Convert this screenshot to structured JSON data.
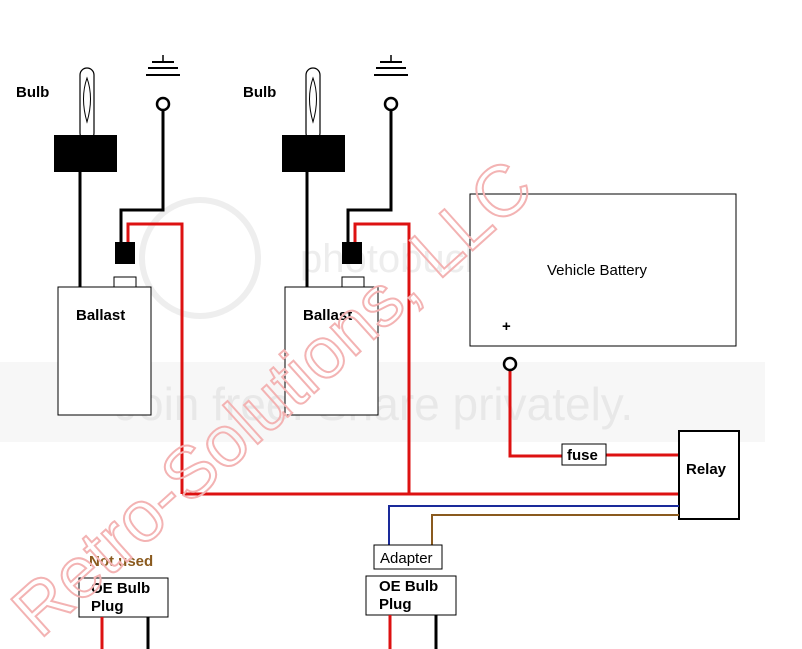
{
  "labels": {
    "bulb_left": "Bulb",
    "bulb_right": "Bulb",
    "ballast_left": "Ballast",
    "ballast_right": "Ballast",
    "battery": "Vehicle Battery",
    "battery_plus": "+",
    "fuse": "fuse",
    "relay": "Relay",
    "adapter": "Adapter",
    "not_used": "Not used",
    "oe_plug_left_line1": "OE Bulb",
    "oe_plug_left_line2": "Plug",
    "oe_plug_right_line1": "OE Bulb",
    "oe_plug_right_line2": "Plug"
  },
  "watermarks": {
    "join_text": "Join free. Share privately.",
    "logo_text": "photobucket",
    "company_text": "Retro-Solutions, LLC"
  },
  "colors": {
    "power_wire": "#dd1111",
    "ground_wire": "#000000",
    "signal_blue": "#1a2a9a",
    "signal_brown": "#8a5a1e",
    "watermark_red": "#f3b3b3"
  }
}
